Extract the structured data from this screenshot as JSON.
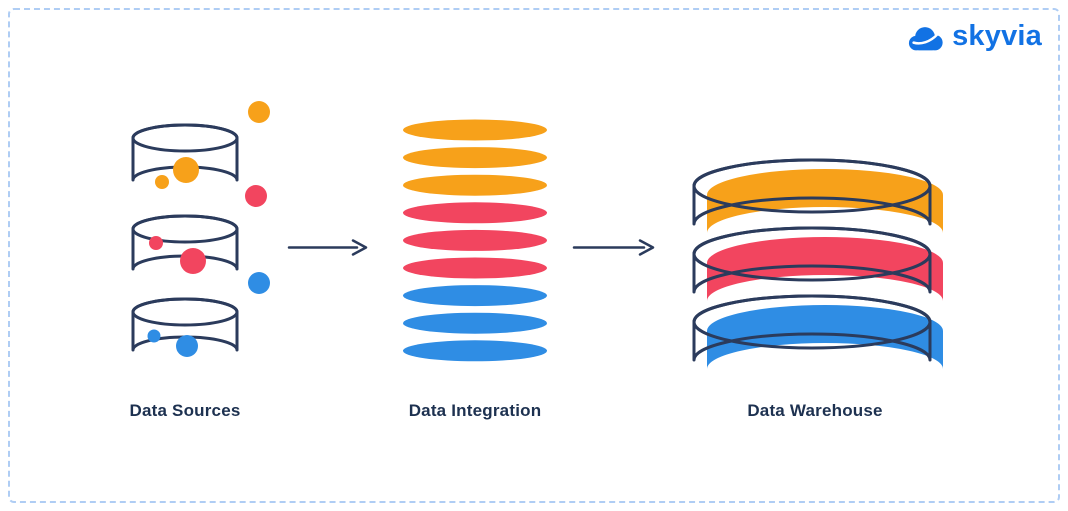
{
  "logo": {
    "text": "skyvia"
  },
  "colors": {
    "background": "#FFFFFF",
    "border": "#AFCDF4",
    "outline": "#2B3B5C",
    "label": "#1D3150",
    "logo": "#1272E4",
    "orange": "#F7A11A",
    "red": "#F2455F",
    "blue": "#2F8DE4"
  },
  "diagram": {
    "flow": [
      "sources",
      "integration",
      "warehouse"
    ],
    "sources": {
      "label": "Data Sources",
      "cylinders": [
        {
          "dot_color": "orange",
          "dots": 2
        },
        {
          "dot_color": "red",
          "dots": 2
        },
        {
          "dot_color": "blue",
          "dots": 2
        }
      ],
      "floating_dots": [
        "orange",
        "red",
        "blue"
      ]
    },
    "integration": {
      "label": "Data Integration",
      "stripes": [
        "orange",
        "orange",
        "orange",
        "red",
        "red",
        "red",
        "blue",
        "blue",
        "blue"
      ]
    },
    "warehouse": {
      "label": "Data Warehouse",
      "disks": [
        "orange",
        "red",
        "blue"
      ]
    }
  }
}
